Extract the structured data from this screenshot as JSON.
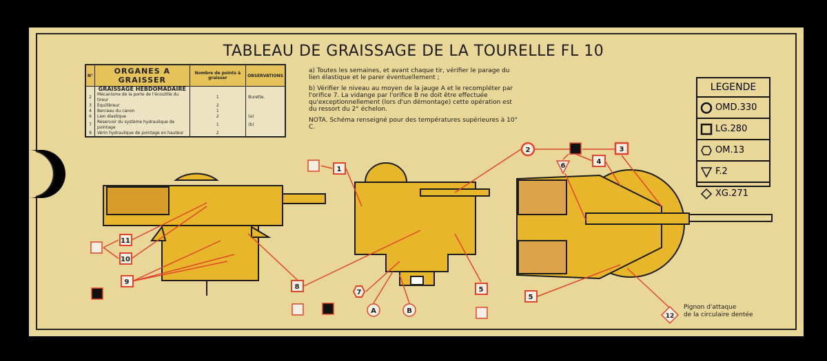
{
  "title": "TABLEAU DE GRAISSAGE DE  LA TOURELLE FL 10",
  "table": {
    "headers": [
      "N°",
      "ORGANES A GRAISSER",
      "Nombre de points à graisser",
      "OBSERVATIONS"
    ],
    "section": "GRAISSAGE HEBDOMADAIRE",
    "rows": [
      {
        "n": "2",
        "organe": "Mécanisme de la porte de l'écoutille du tireur",
        "points": "1",
        "obs": "Burette."
      },
      {
        "n": "3",
        "organe": "Équilibreur",
        "points": "2",
        "obs": ""
      },
      {
        "n": "4",
        "organe": "Berceau du canon",
        "points": "1",
        "obs": ""
      },
      {
        "n": "6",
        "organe": "Lien élastique",
        "points": "2",
        "obs": "(a)"
      },
      {
        "n": "7",
        "organe": "Réservoir du système hydraulique de pointage",
        "points": "1",
        "obs": "(b)"
      },
      {
        "n": "9",
        "organe": "Vérin hydraulique de pointage en hauteur",
        "points": "2",
        "obs": ""
      }
    ]
  },
  "notes": {
    "a": "a) Toutes les semaines, et avant chaque tir, vérifier le parage du lien élastique et le parer éventuellement ;",
    "b": "b) Vérifier le niveau au moyen de la jauge A et le recompléter par l'orifice 7. La vidange par l'orifice B ne doit être effectuée qu'exceptionnellement (lors d'un démontage) cette opération est du ressort du 2° échelon.",
    "nota": "NOTA. Schéma renseigné pour des températures supérieures à 10° C."
  },
  "legend": {
    "title": "LEGENDE",
    "items": [
      {
        "symbol": "circle",
        "label": "OMD.330"
      },
      {
        "symbol": "square",
        "label": "LG.280"
      },
      {
        "symbol": "hexagon",
        "label": "OM.13"
      },
      {
        "symbol": "triangle",
        "label": "F.2"
      },
      {
        "symbol": "diamond",
        "label": "XG.271"
      }
    ]
  },
  "markers": {
    "m11": "11",
    "m10": "10",
    "m9": "9",
    "m8": "8",
    "m7": "7",
    "mA": "A",
    "mB": "B",
    "m1": "1",
    "m2": "2",
    "m3": "3",
    "m4": "4",
    "m6": "6",
    "m5a": "5",
    "m5b": "5",
    "m12": "12"
  },
  "pignon": [
    "Pignon d'attaque",
    "de la circulaire dentée"
  ],
  "colors": {
    "board": "#e9d79a",
    "turret": "#e8b62a",
    "marker": "#e0452b",
    "ink": "#1b1b1b"
  }
}
